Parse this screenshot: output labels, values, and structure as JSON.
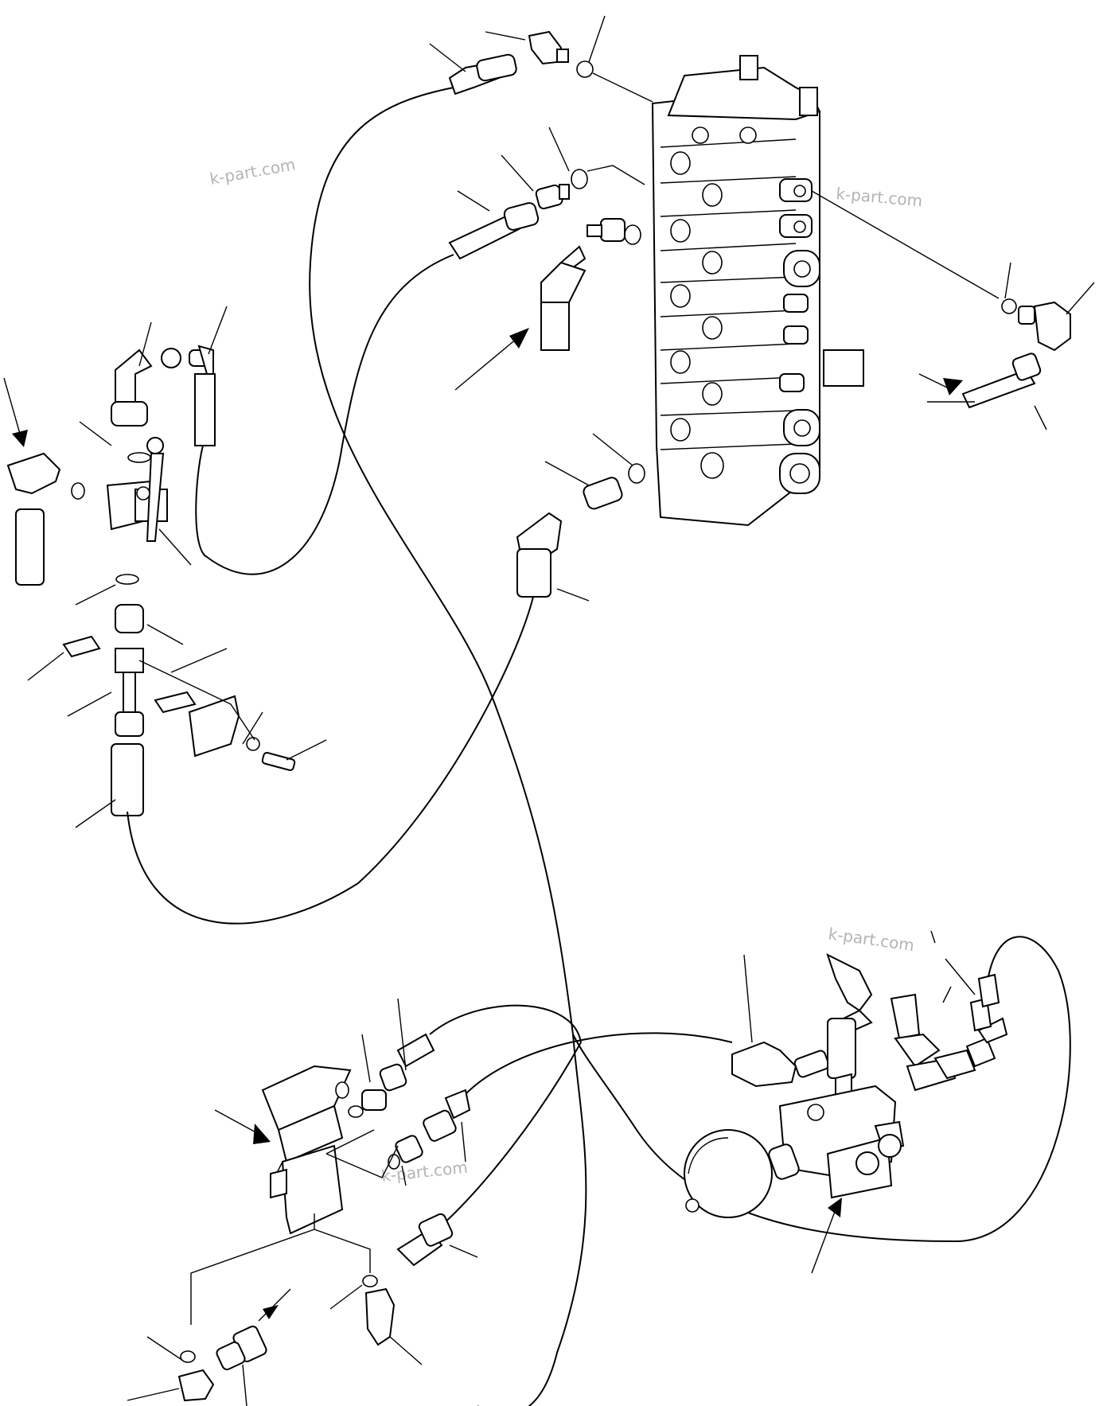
{
  "diagram": {
    "type": "exploded-parts-diagram",
    "watermarks": [
      "k-part.com",
      "k-part.com",
      "k-part.com",
      "k-part.com"
    ],
    "colors": {
      "line": "#000000",
      "watermark": "#b4b4b4",
      "background": "#ffffff"
    }
  }
}
